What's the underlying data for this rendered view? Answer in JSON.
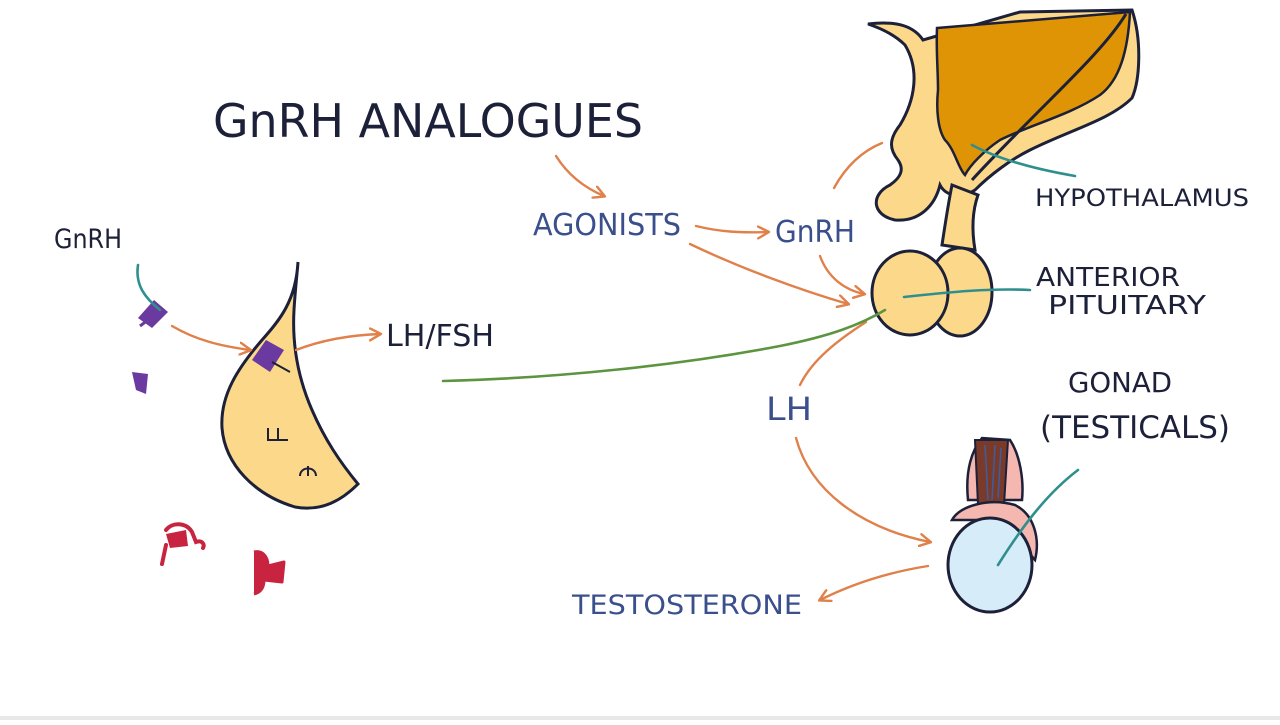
{
  "title": "GnRH ANALOGUES",
  "labels": {
    "gnrh_left": "GnRH",
    "lh_fsh": "LH/FSH",
    "agonists": "AGONISTS",
    "gnrh_right": "GnRH",
    "hypothalamus": "HYPOTHALAMUS",
    "anterior_line1": "ANTERIOR",
    "anterior_line2": "PITUITARY",
    "lh": "LH",
    "gonad_line1": "GONAD",
    "gonad_line2": "(TESTICALS)",
    "testosterone": "TESTOSTERONE"
  },
  "colors": {
    "ink": "#1c2038",
    "label_blue": "#3a4f8c",
    "arrow_orange": "#e0804a",
    "pointer_teal": "#2f8f8f",
    "link_green": "#5d9440",
    "tissue_yellow": "#fcd98a",
    "hypothalamus_dark": "#de9404",
    "receptor_purple": "#6a3aa0",
    "receptor_red": "#c8233f",
    "testis_blue": "#d6ecf8",
    "testis_pink": "#f4b8b0"
  },
  "icons": {
    "hypothalamus": "hypothalamus-drawing",
    "pituitary": "pituitary-drawing",
    "cell": "pituitary-cell-drawing",
    "testis": "testis-drawing",
    "receptor": "receptor-icon"
  }
}
